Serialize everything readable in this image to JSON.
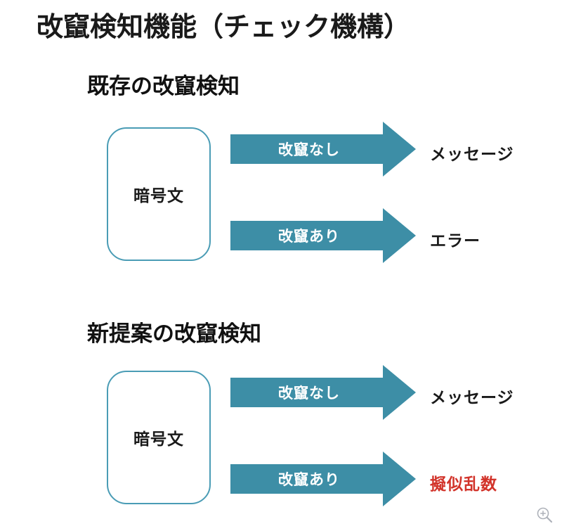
{
  "slide": {
    "title": "改竄検知機能（チェック機構）",
    "background_color": "#ffffff",
    "accent_color": "#3d8ea6",
    "box_border_color": "#4a9cb5",
    "alert_color": "#d2332a",
    "text_color": "#1a1a1a"
  },
  "sections": [
    {
      "heading": "既存の改竄検知",
      "source_label": "暗号文",
      "flows": [
        {
          "condition": "改竄なし",
          "outcome": "メッセージ",
          "outcome_state": "normal"
        },
        {
          "condition": "改竄あり",
          "outcome": "エラー",
          "outcome_state": "normal"
        }
      ]
    },
    {
      "heading": "新提案の改竄検知",
      "source_label": "暗号文",
      "flows": [
        {
          "condition": "改竄なし",
          "outcome": "メッセージ",
          "outcome_state": "normal"
        },
        {
          "condition": "改竄あり",
          "outcome": "擬似乱数",
          "outcome_state": "alert"
        }
      ]
    }
  ],
  "viewer": {
    "zoom_icon": "zoom-in-magnifier-icon"
  }
}
